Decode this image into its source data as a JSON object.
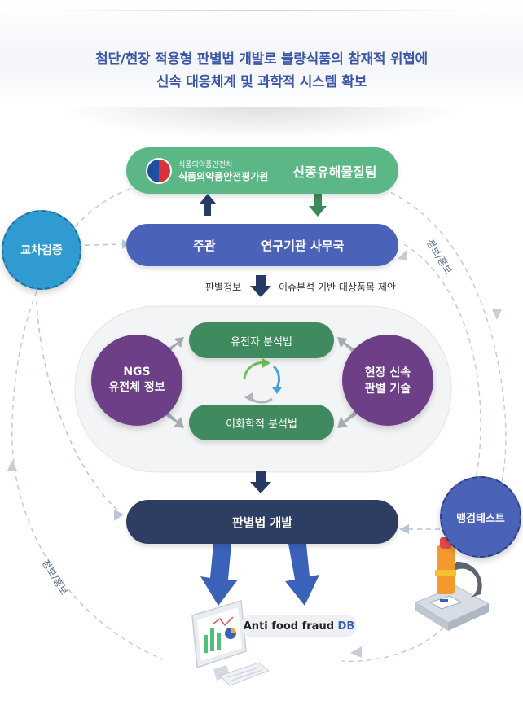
{
  "header": {
    "line1": "첨단/현장 적용형 판별법 개발로 불량식품의 참재적 위협에",
    "line2": "신속 대응체계 및 과학적 시스템 확보"
  },
  "top_box": {
    "org_small": "식품의약품안전처",
    "org_main": "식품의약품안전평가원",
    "team": "신종유해물질팀"
  },
  "secretariat": {
    "left": "주관",
    "right": "연구기관 사무국"
  },
  "flow_labels": {
    "left": "판별정보",
    "right": "이슈분석 기반 대상품목 제안"
  },
  "methods": {
    "top": "유전자 분석법",
    "bottom": "이화학적 분석법"
  },
  "circles": {
    "cross_verify": "교차검증",
    "ngs_line1": "NGS",
    "ngs_line2": "유전체 정보",
    "field_line1": "현장 신속",
    "field_line2": "판별 기술",
    "blind_test": "맹검테스트"
  },
  "development": "판별법 개발",
  "db_label": {
    "prefix": "Anti food fraud ",
    "suffix": "DB"
  },
  "info_promo": {
    "right": "정보/홍보",
    "left": "정보/홍보"
  },
  "colors": {
    "green": "#4fae7a",
    "dark_green": "#3f8a5f",
    "blue": "#4a63b8",
    "navy": "#2e3e63",
    "purple": "#6c3f86",
    "teal": "#2f9bd0",
    "headline": "#3c57a8"
  }
}
